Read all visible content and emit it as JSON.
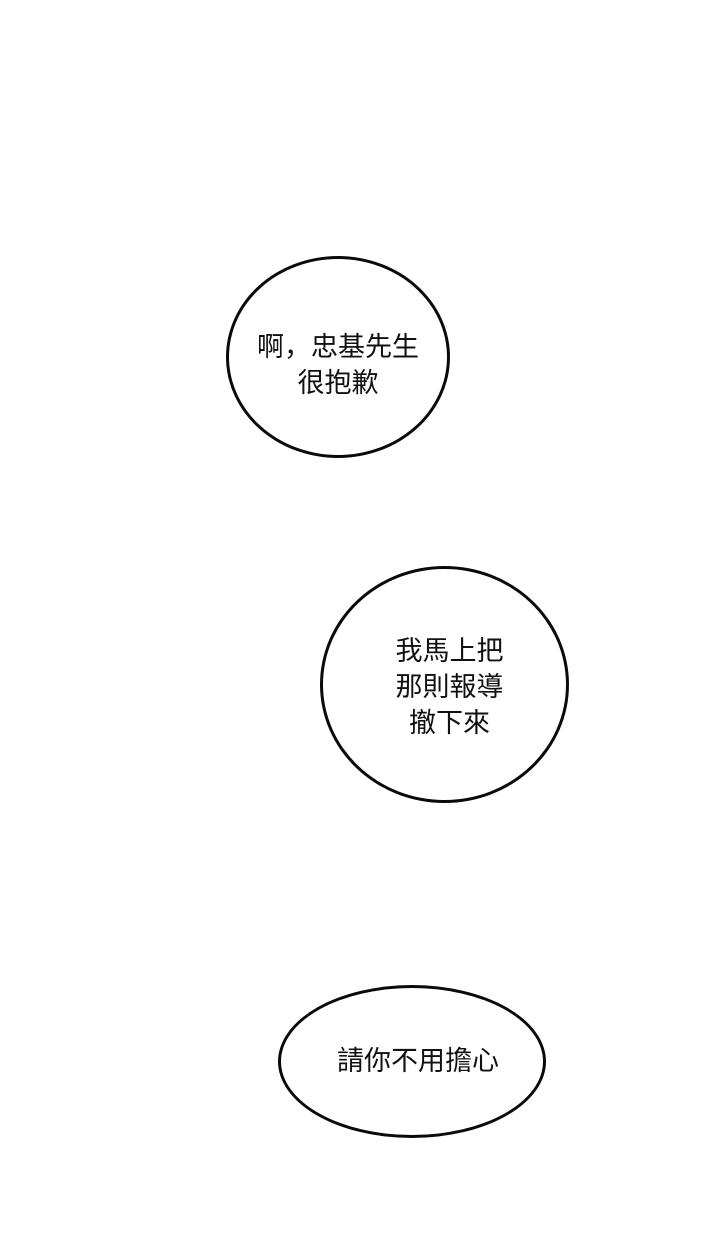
{
  "comic_panel": {
    "background_color": "#ffffff",
    "outline_color": "#0a0a0a",
    "speech_bubbles": [
      {
        "shape": "ellipse",
        "text": "啊，忠基先生\n很抱歉"
      },
      {
        "shape": "ellipse",
        "text": "我馬上把\n那則報導\n撤下來"
      },
      {
        "shape": "ellipse",
        "text": "請你不用擔心"
      }
    ]
  }
}
